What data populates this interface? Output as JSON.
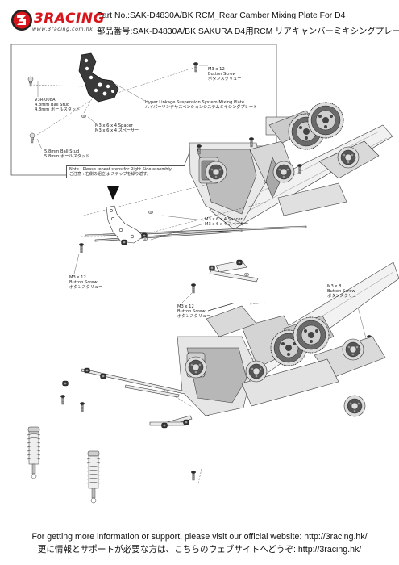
{
  "header": {
    "logo_word": "3RACING",
    "logo_url": "www.3racing.com.hk",
    "part_no_en": "Part No.:SAK-D4830A/BK  RCM_Rear Camber Mixing Plate For D4",
    "part_no_jp": "部品番号:SAK-D4830A/BK  SAKURA D4用RCM リアキャンバーミキシングプレート"
  },
  "inset": {
    "ballstud_code": "V3R-008A",
    "ballstud_en": "4.8mm Ball Stud",
    "ballstud_jp": "4.8mm ボールスタッド",
    "screw_en": "M3 x 12",
    "screw_type_en": "Button Screw",
    "screw_jp": "ボタンスクリュー",
    "plate_en": "Hyper Linkage Suspension System Mixing Plate",
    "plate_jp": "ハイパーリンクサスペンションシステムミキシングプレート",
    "spacer_en": "M3 x 6 x 4 Spacer",
    "spacer_jp": "M3 x 6 x 4 スペーサー",
    "stud58_en": "5.8mm Ball Stud",
    "stud58_jp": "5.8mm ボールスタッド",
    "note_en": "Note : Please repeat steps for Right Side assembly.",
    "note_jp": "ご注意 : 右側の組立は ステップを繰り返す。"
  },
  "callouts": {
    "spacer_en": "M3 x 6 x 4 Spacer",
    "spacer_jp": "M3 x 6 x 4 スペーサー",
    "screw_left_size": "M3 x 12",
    "screw_left_type": "Button Screw",
    "screw_left_jp": "ボタンスクリュー",
    "screw_mid_size": "M3 x 12",
    "screw_mid_type": "Button Screw",
    "screw_mid_jp": "ボタンスクリュー",
    "screw_right_size": "M3 x 8",
    "screw_right_type": "Button Screw",
    "screw_right_jp": "ボタンスクリュー"
  },
  "footer": {
    "line_en": "For getting more information or support, please visit our official website: http://3racing.hk/",
    "line_jp": "更に情報とサポートが必要な方は、こちらのウェブサイトへどうぞ: http://3racing.hk/"
  },
  "colors": {
    "brand_red": "#d8141c",
    "line_gray": "#555555",
    "part_dark": "#3a3a3a"
  }
}
